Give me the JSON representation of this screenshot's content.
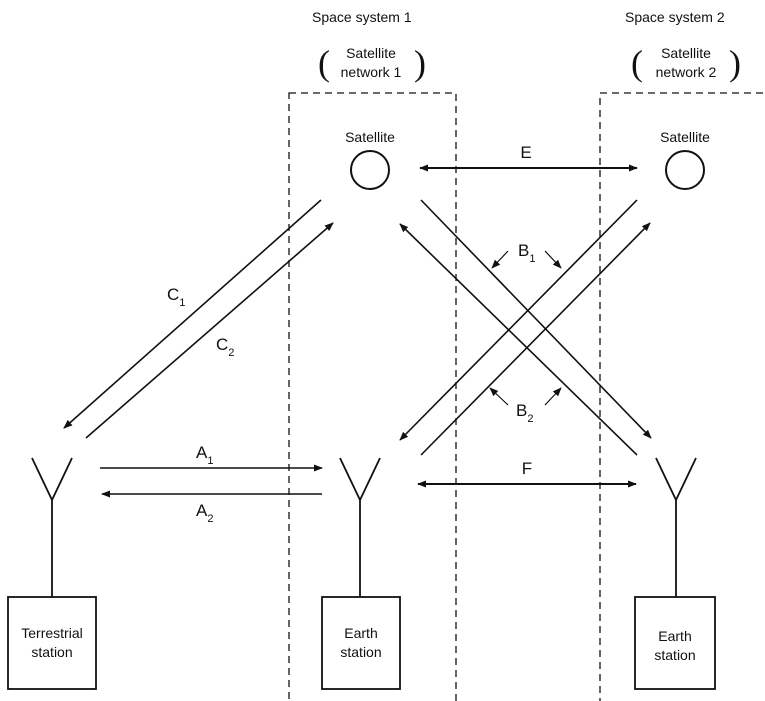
{
  "space_system_1": {
    "title": "Space system 1",
    "network_line1": "Satellite",
    "network_line2": "network 1"
  },
  "space_system_2": {
    "title": "Space system 2",
    "network_line1": "Satellite",
    "network_line2": "network 2"
  },
  "satellite_1": {
    "label": "Satellite"
  },
  "satellite_2": {
    "label": "Satellite"
  },
  "terrestrial_station": {
    "line1": "Terrestrial",
    "line2": "station"
  },
  "earth_station_1": {
    "line1": "Earth",
    "line2": "station"
  },
  "earth_station_2": {
    "line1": "Earth",
    "line2": "station"
  },
  "links": {
    "E": "E",
    "F": "F",
    "A1": {
      "letter": "A",
      "sub": "1"
    },
    "A2": {
      "letter": "A",
      "sub": "2"
    },
    "B1": {
      "letter": "B",
      "sub": "1"
    },
    "B2": {
      "letter": "B",
      "sub": "2"
    },
    "C1": {
      "letter": "C",
      "sub": "1"
    },
    "C2": {
      "letter": "C",
      "sub": "2"
    }
  }
}
